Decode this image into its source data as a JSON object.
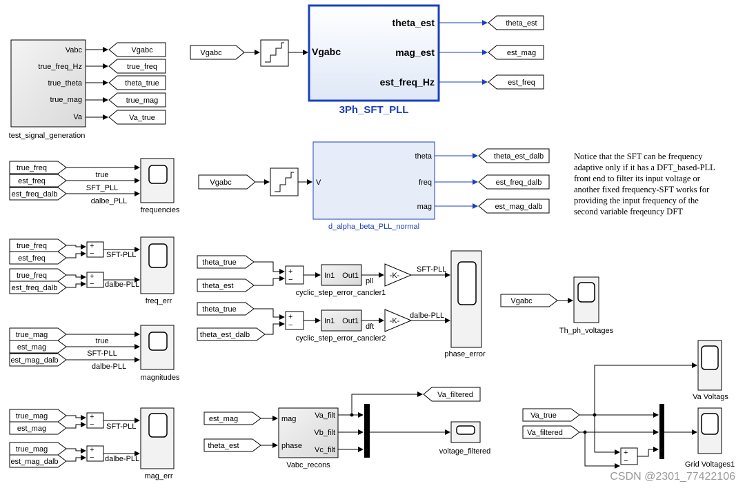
{
  "blocks": {
    "test_signal_generation": {
      "name": "test_signal_generation",
      "ports": [
        "Vabc",
        "true_freq_Hz",
        "true_theta",
        "true_mag",
        "Va"
      ]
    },
    "sft_pll": {
      "name": "3Ph_SFT_PLL",
      "input": "Vgabc",
      "outputs": [
        "theta_est",
        "mag_est",
        "est_freq_Hz"
      ]
    },
    "dalb_pll": {
      "name": "d_alpha_beta_PLL_normal",
      "input": "V",
      "outputs": [
        "theta",
        "freq",
        "mag"
      ]
    },
    "cancler1": {
      "name": "cyclic_step_error_cancler1",
      "in": "In1",
      "out": "Out1"
    },
    "cancler2": {
      "name": "cyclic_step_error_cancler2",
      "in": "In1",
      "out": "Out1"
    },
    "vabc_recons": {
      "name": "Vabc_recons",
      "inputs": [
        "mag",
        "phase"
      ],
      "outputs": [
        "Va_filt",
        "Vb_filt",
        "Vc_filt"
      ]
    },
    "gain_label": "-K-",
    "sum_plus": "+",
    "sum_minus": "−"
  },
  "tags": {
    "goto_top": [
      "Vgabc",
      "true_freq",
      "theta_true",
      "true_mag",
      "Va_true"
    ],
    "goto_sft": [
      "theta_est",
      "est_mag",
      "est_freq"
    ],
    "goto_dalb": [
      "theta_est_dalb",
      "est_freq_dalb",
      "est_mag_dalb"
    ],
    "vgabc": "Vgabc",
    "freq_in": [
      "true_freq",
      "est_freq",
      "est_freq_dalb"
    ],
    "freq_err_in": [
      "true_freq",
      "est_freq",
      "true_freq",
      "est_freq_dalb"
    ],
    "mag_in": [
      "true_mag",
      "est_mag",
      "est_mag_dalb"
    ],
    "mag_err_in": [
      "true_mag",
      "est_mag",
      "true_mag",
      "est_mag_dalb"
    ],
    "phase_in": [
      "theta_true",
      "theta_est",
      "theta_true",
      "theta_est_dalb"
    ],
    "recons_in": [
      "est_mag",
      "theta_est"
    ],
    "va_filtered_goto": "Va_filtered",
    "grid_in": [
      "Va_true",
      "Va_filtered"
    ]
  },
  "wire_labels": {
    "freq": [
      "true",
      "SFT_PLL",
      "dalbe_PLL"
    ],
    "freq_err": [
      "SFT-PLL",
      "dalbe-PLL"
    ],
    "mag": [
      "true",
      "SFT-PLL",
      "dalbe-PLL"
    ],
    "mag_err": [
      "SFT-PLL",
      "dalbe-PLL"
    ],
    "phase": [
      "SFT-PLL",
      "dalbe-PLL"
    ],
    "phase_small": [
      "pll",
      "dft"
    ]
  },
  "scopes": {
    "frequencies": "frequencies",
    "freq_err": "freq_err",
    "magnitudes": "magnitudes",
    "mag_err": "mag_err",
    "phase_error": "phase_error",
    "th_ph_voltages": "Th_ph_voltages",
    "voltage_filtered": "voltage_filtered",
    "va_voltags": "Va Voltags",
    "grid_voltages": "Grid Voltages1"
  },
  "note": [
    "Notice that the SFT can be frequency",
    "adaptive only if it has a DFT_based-PLL",
    "front end to filter its input voltage or",
    "another fixed frequency-SFT works for",
    "providing the input frequency of the",
    "second variable freqeuncy DFT"
  ],
  "watermark": "CSDN @2301_77422106",
  "colors": {
    "accent_blue": "#1a3fbf",
    "scope_fill": "#f2f2f2",
    "subsystem_fill": "#e8e8e8"
  }
}
